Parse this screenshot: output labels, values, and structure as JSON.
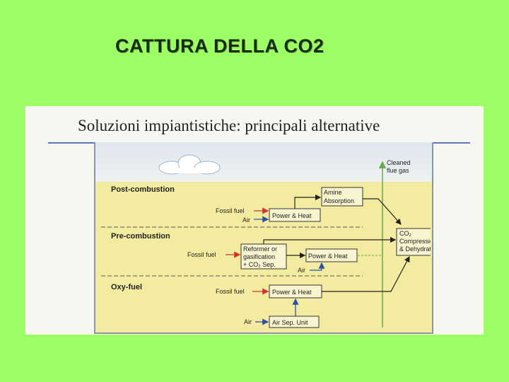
{
  "title": "CATTURA DELLA CO2",
  "figure": {
    "heading": "Soluzioni impiantistiche: principali alternative",
    "sections": {
      "post": "Post-combustion",
      "pre": "Pre-combustion",
      "oxy": "Oxy-fuel"
    },
    "labels": {
      "post_fuel": "Fossil fuel",
      "post_air": "Air",
      "pre_fuel": "Fossil fuel",
      "pre_air": "Air",
      "oxy_fuel": "Fossil fuel",
      "oxy_air": "Air"
    },
    "boxes": {
      "amine_l1": "Amine",
      "amine_l2": "Absorption",
      "post_power": "Power & Heat",
      "reformer_l1": "Reformer or",
      "reformer_l2": "gasification",
      "reformer_l3": "+ CO₂ Sep.",
      "pre_power": "Power & Heat",
      "oxy_power": "Power & Heat",
      "asu": "Air Sep. Unit",
      "co2_l1": "CO₂",
      "co2_l2": "Compression",
      "co2_l3": "& Dehydration"
    },
    "cleaned_l1": "Cleaned",
    "cleaned_l2": "flue gas",
    "colors": {
      "background": "#9cff66",
      "panel": "#f2eba0",
      "arrow": "#222222",
      "fuel_arrow": "#d93030",
      "air_arrow": "#2e4fa8",
      "green_line": "#6aa84f"
    }
  }
}
